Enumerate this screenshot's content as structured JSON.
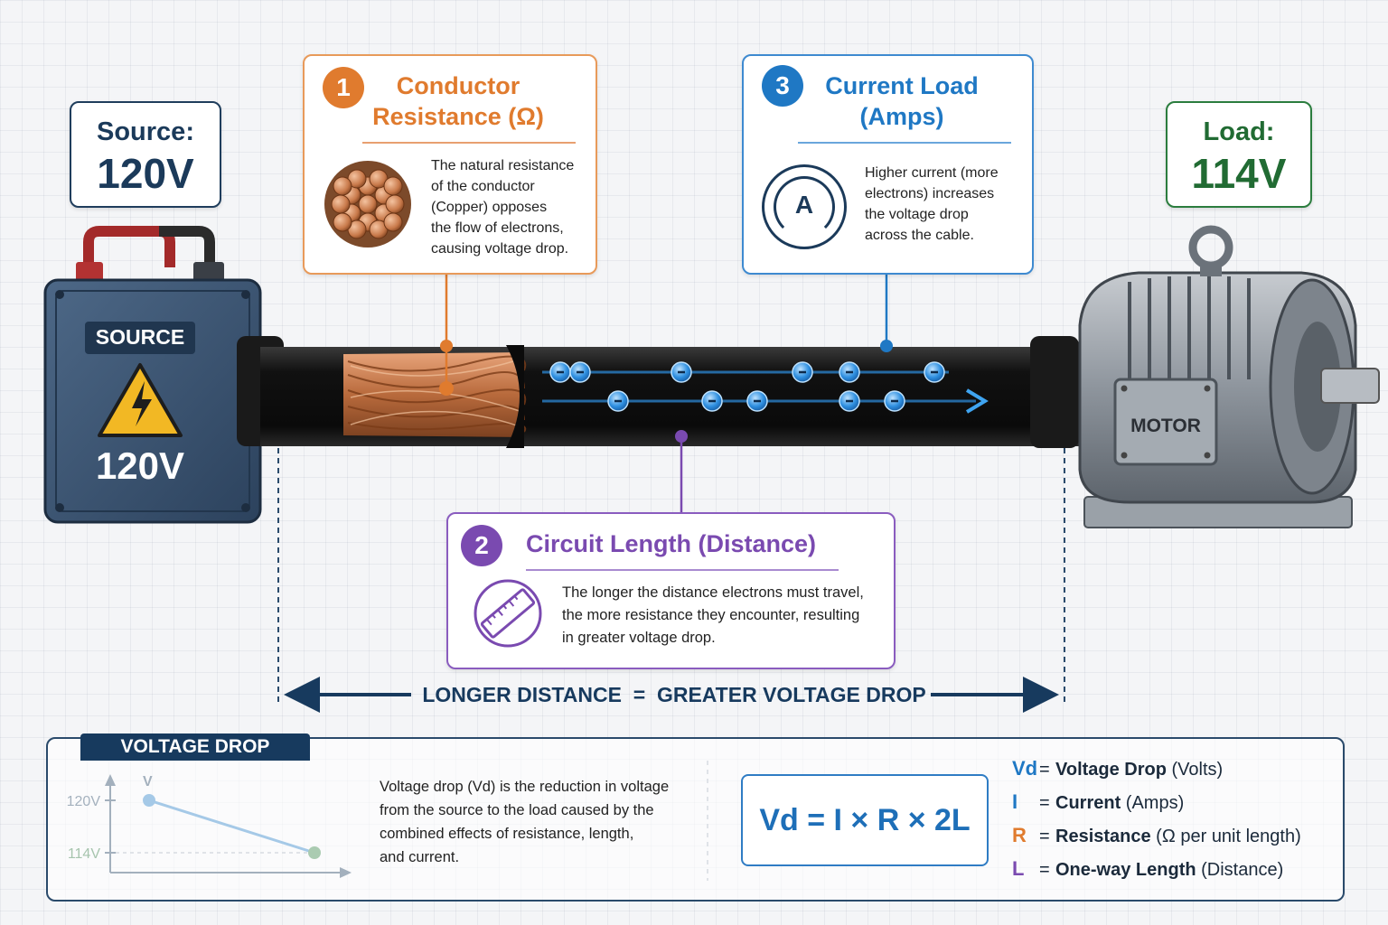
{
  "source": {
    "label": "Source:",
    "value": "120V",
    "device_label": "SOURCE",
    "device_value": "120V"
  },
  "load": {
    "label": "Load:",
    "value": "114V",
    "device_label": "MOTOR"
  },
  "callouts": [
    {
      "number": "1",
      "title_line1": "Conductor",
      "title_line2": "Resistance (Ω)",
      "color": "#e07b2e",
      "desc": [
        "The natural resistance",
        "of the conductor",
        "(Copper) opposes",
        "the flow of electrons,",
        "causing voltage drop."
      ]
    },
    {
      "number": "2",
      "title_line1": "Circuit Length (Distance)",
      "color": "#7a4ab0",
      "desc": [
        "The longer the distance electrons must travel,",
        "the more resistance they encounter, resulting",
        "in greater voltage drop."
      ]
    },
    {
      "number": "3",
      "title_line1": "Current Load",
      "title_line2": "(Amps)",
      "color": "#1f78c4",
      "icon_letter": "A",
      "desc": [
        "Higher current (more",
        "electrons) increases",
        "the voltage drop",
        "across the cable."
      ]
    }
  ],
  "distance_banner": "LONGER DISTANCE  =  GREATER VOLTAGE DROP",
  "voltage_drop": {
    "tab": "VOLTAGE DROP",
    "description": [
      "Voltage drop (Vd) is the reduction in voltage",
      "from the source to the load caused by the",
      "combined effects of resistance, length,",
      "and current."
    ],
    "graph": {
      "axis_label": "V",
      "high_label": "120V",
      "low_label": "114V",
      "high_value": 120,
      "low_value": 114
    },
    "formula": "Vd = I × R × 2L",
    "legend": [
      {
        "symbol": "Vd",
        "bold": "Voltage Drop",
        "rest": " (Volts)",
        "color": "#1f78c4"
      },
      {
        "symbol": "I",
        "bold": "Current",
        "rest": " (Amps)",
        "color": "#1f78c4"
      },
      {
        "symbol": "R",
        "bold": "Resistance",
        "rest": " (Ω per unit length)",
        "color": "#e07b2e"
      },
      {
        "symbol": "L",
        "bold": "One-way Length",
        "rest": " (Distance)",
        "color": "#7a4ab0"
      }
    ]
  },
  "colors": {
    "source_navy": "#1b3a5a",
    "load_green": "#216b33",
    "electron_blue": "#2e8fe0",
    "copper": "#c8794a"
  },
  "icons": {
    "hazard": "hazard-triangle-icon",
    "ammeter": "ammeter-icon",
    "ruler": "ruler-icon",
    "copper_strands": "copper-strands-icon"
  }
}
